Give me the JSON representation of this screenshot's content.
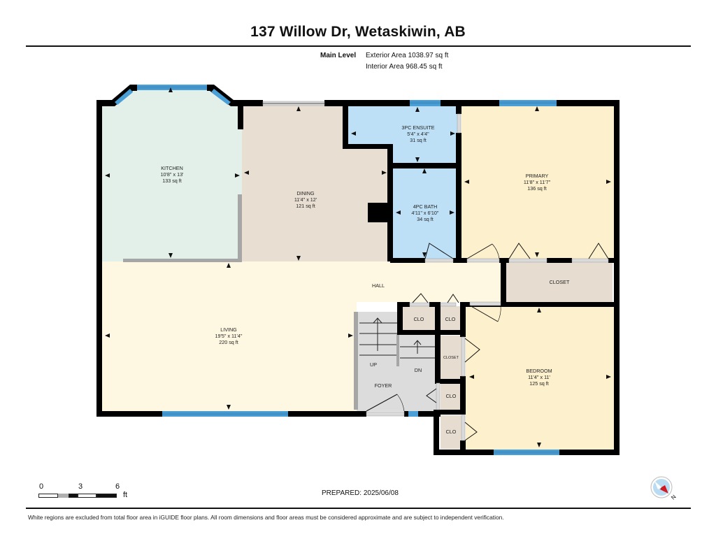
{
  "header": {
    "title": "137 Willow Dr, Wetaskiwin, AB",
    "level_name": "Main Level",
    "exterior_area": "Exterior Area 1038.97 sq ft",
    "interior_area": "Interior Area 968.45 sq ft"
  },
  "colors": {
    "wall": "#000000",
    "window": "#4a9fd6",
    "kitchen": "#e3f0ea",
    "dining": "#e8dfd2",
    "bath": "#bde0f7",
    "bedroom": "#fdf0cc",
    "living": "#fef7e1",
    "closet": "#e6ddd0",
    "foyer": "#dcdcdc",
    "compass_red": "#d0161e",
    "compass_blue": "#b9dcf2"
  },
  "rooms": [
    {
      "id": "kitchen",
      "name": "KITCHEN",
      "dims": "10'8\" x 13'",
      "area": "133 sq ft"
    },
    {
      "id": "dining",
      "name": "DINING",
      "dims": "11'4\" x 12'",
      "area": "121 sq ft"
    },
    {
      "id": "ensuite",
      "name": "3PC ENSUITE",
      "dims": "5'4\" x 4'4\"",
      "area": "31 sq ft"
    },
    {
      "id": "bath",
      "name": "4PC BATH",
      "dims": "4'11\" x 6'10\"",
      "area": "34 sq ft"
    },
    {
      "id": "primary",
      "name": "PRIMARY",
      "dims": "11'8\" x 11'7\"",
      "area": "136 sq ft"
    },
    {
      "id": "living",
      "name": "LIVING",
      "dims": "19'5\" x 11'4\"",
      "area": "220 sq ft"
    },
    {
      "id": "bedroom",
      "name": "BEDROOM",
      "dims": "11'4\" x 11'",
      "area": "125 sq ft"
    }
  ],
  "labels": {
    "hall": "HALL",
    "closet_primary": "CLOSET",
    "clo_1": "CLO",
    "clo_2": "CLO",
    "closet_small": "CLOSET",
    "clo_3": "CLO",
    "clo_4": "CLO",
    "up": "UP",
    "dn": "DN",
    "foyer": "FOYER"
  },
  "scale": {
    "ticks": [
      "0",
      "3",
      "6"
    ],
    "unit": "ft"
  },
  "footer": {
    "prepared": "PREPARED: 2025/06/08",
    "compass_letter": "N",
    "disclaimer": "White regions are excluded from total floor area in iGUIDE floor plans. All room dimensions and floor areas must be considered approximate and are subject to independent verification."
  }
}
